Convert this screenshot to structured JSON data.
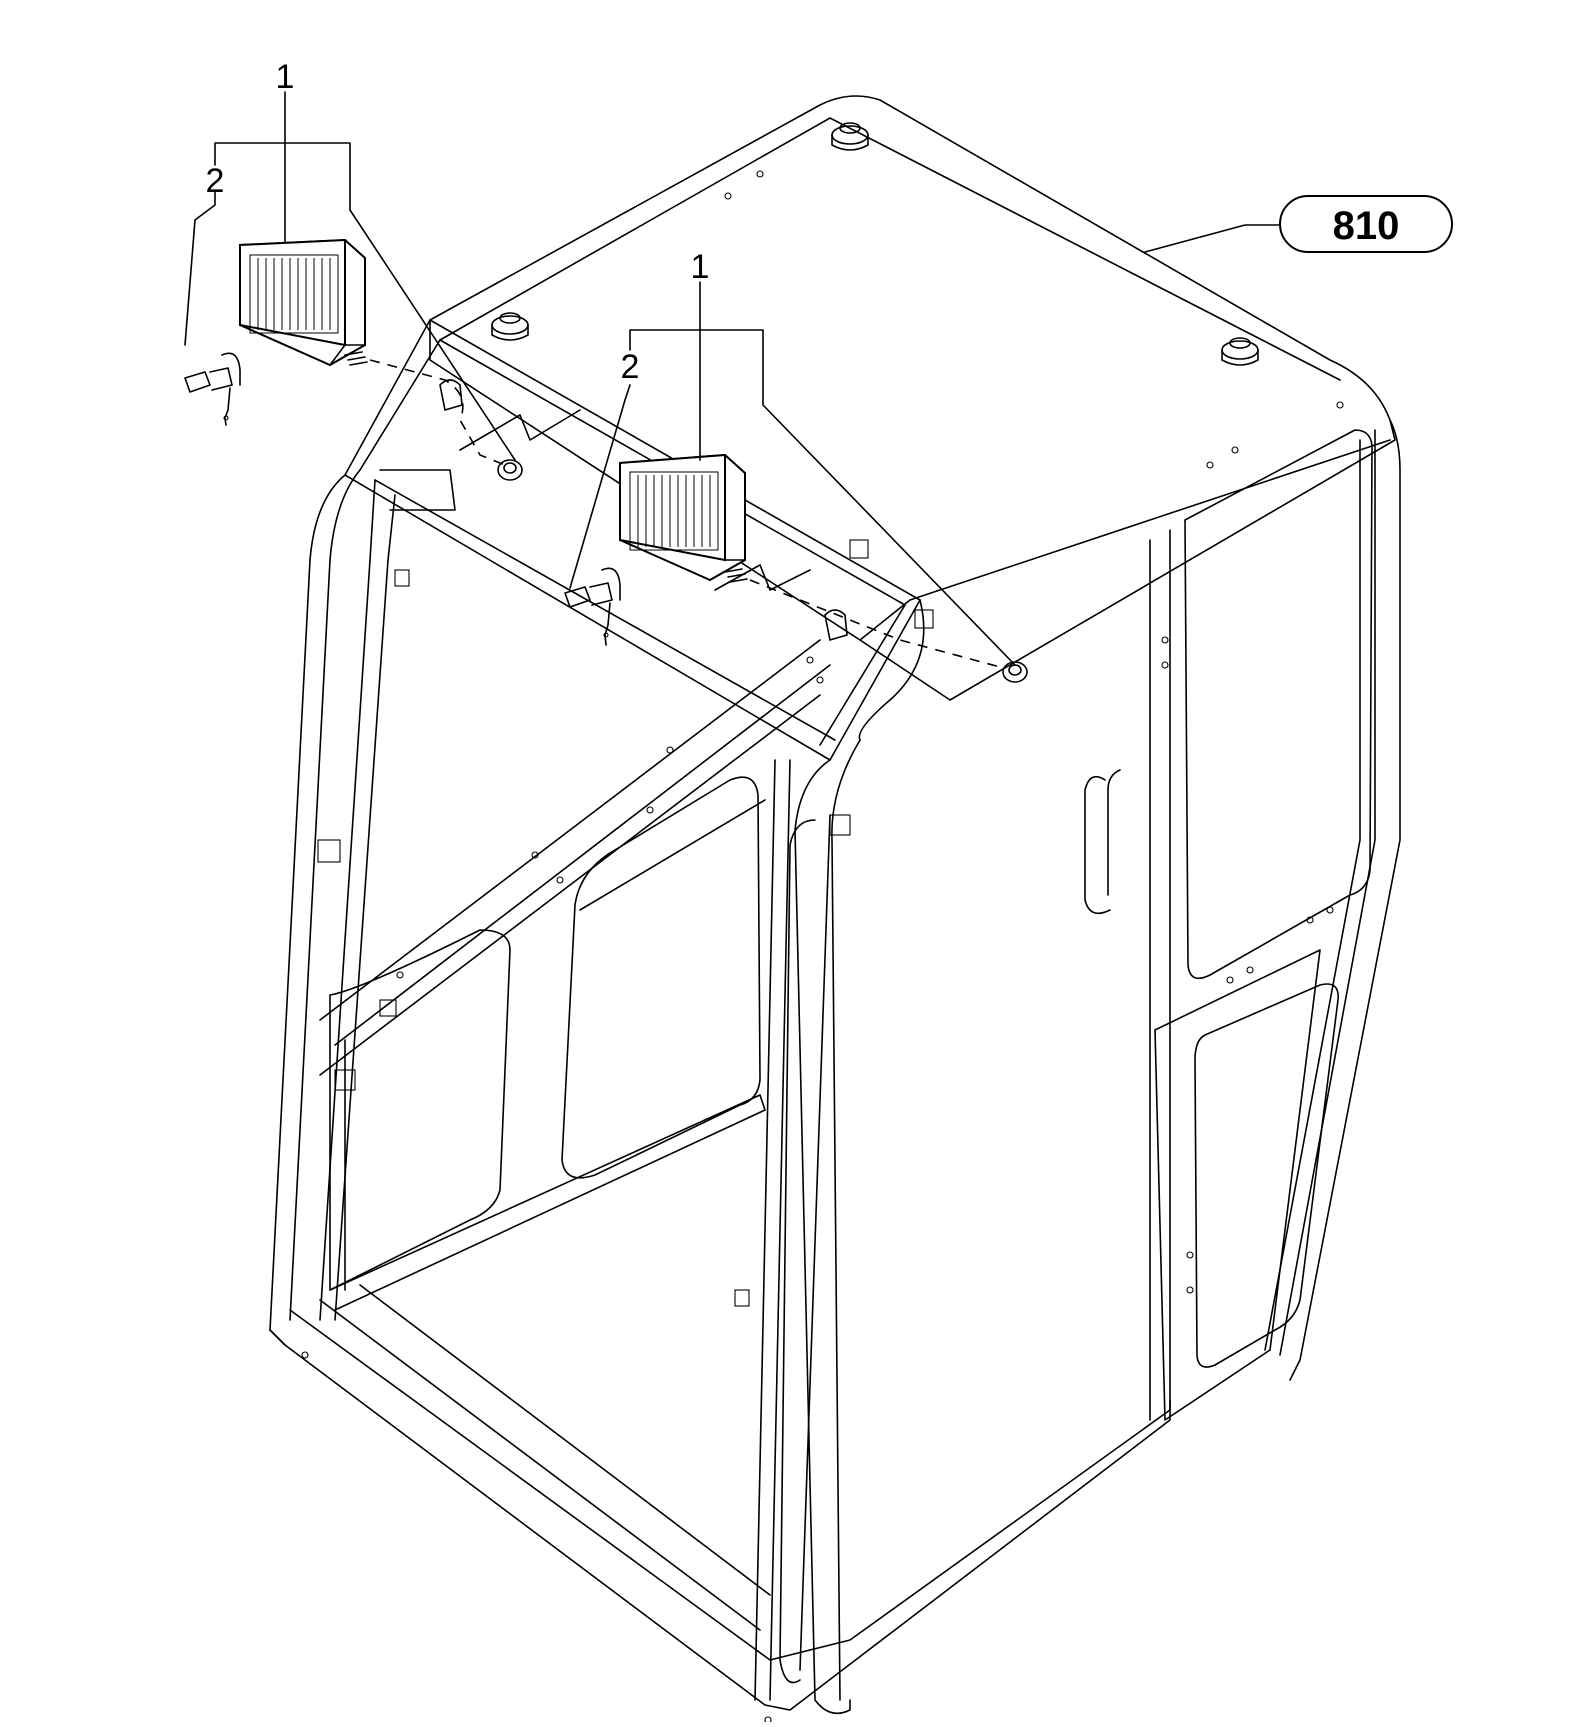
{
  "callouts": {
    "lamp_left_item": "1",
    "bulb_left_item": "2",
    "lamp_center_item": "1",
    "bulb_center_item": "2"
  },
  "reference": {
    "cab_ref": "810"
  },
  "colors": {
    "line": "#000000",
    "background": "#ffffff"
  }
}
